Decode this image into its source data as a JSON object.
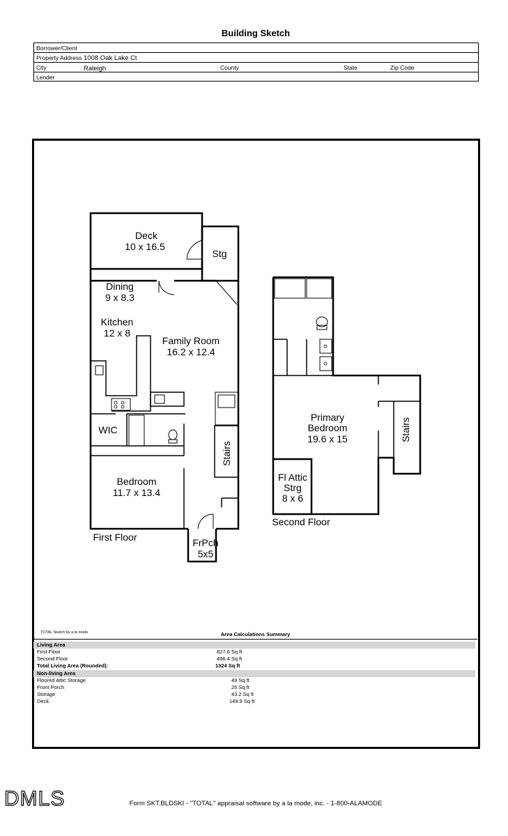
{
  "header": {
    "title": "Building Sketch",
    "borrower_label": "Borrower/Client",
    "address_label": "Property Address",
    "address_value": "1008 Oak Lake Ct",
    "city_label": "City",
    "city_value": "Raleigh",
    "county_label": "County",
    "state_label": "State",
    "zip_label": "Zip Code",
    "lender_label": "Lender"
  },
  "first_floor": {
    "label": "First Floor",
    "rooms": {
      "deck": {
        "name": "Deck",
        "dims": "10 x 16.5"
      },
      "stg": {
        "name": "Stg"
      },
      "dining": {
        "name": "Dining",
        "dims": "9 x 8.3"
      },
      "kitchen": {
        "name": "Kitchen",
        "dims": "12 x 8"
      },
      "family": {
        "name": "Family Room",
        "dims": "16.2 x 12.4"
      },
      "wic": {
        "name": "WIC"
      },
      "stairs": {
        "name": "Stairs"
      },
      "bedroom": {
        "name": "Bedroom",
        "dims": "11.7 x 13.4"
      },
      "porch": {
        "name": "FrPch",
        "dims": "5x5"
      }
    }
  },
  "second_floor": {
    "label": "Second Floor",
    "rooms": {
      "primary": {
        "line1": "Primary",
        "line2": "Bedroom",
        "dims": "19.6 x 15"
      },
      "stairs": {
        "name": "Stairs"
      },
      "attic": {
        "line1": "Fl Attic",
        "line2": "Strg",
        "dims": "8 x 6"
      }
    }
  },
  "summary": {
    "sketch_by": "TOTAL Sketch by a la mode",
    "title": "Area Calculations Summary",
    "living_header": "Living Area",
    "living": [
      {
        "label": "First Floor",
        "value": "827.6 Sq ft"
      },
      {
        "label": "Second Floor",
        "value": "496.4 Sq ft"
      }
    ],
    "total": {
      "label": "Total Living Area (Rounded):",
      "value": "1324 Sq ft"
    },
    "nonliving_header": "Non-living Area",
    "nonliving": [
      {
        "label": "Floored Attic Storage",
        "value": "49 Sq ft"
      },
      {
        "label": "Front Porch",
        "value": "25 Sq ft"
      },
      {
        "label": "Storage",
        "value": "43.2 Sq ft"
      },
      {
        "label": "Deck",
        "value": "149.9 Sq ft"
      }
    ]
  },
  "footer": "Form SKT.BLDSKI - \"TOTAL\" appraisal software by a la mode, inc. - 1-800-ALAMODE",
  "logo": "DMLS"
}
